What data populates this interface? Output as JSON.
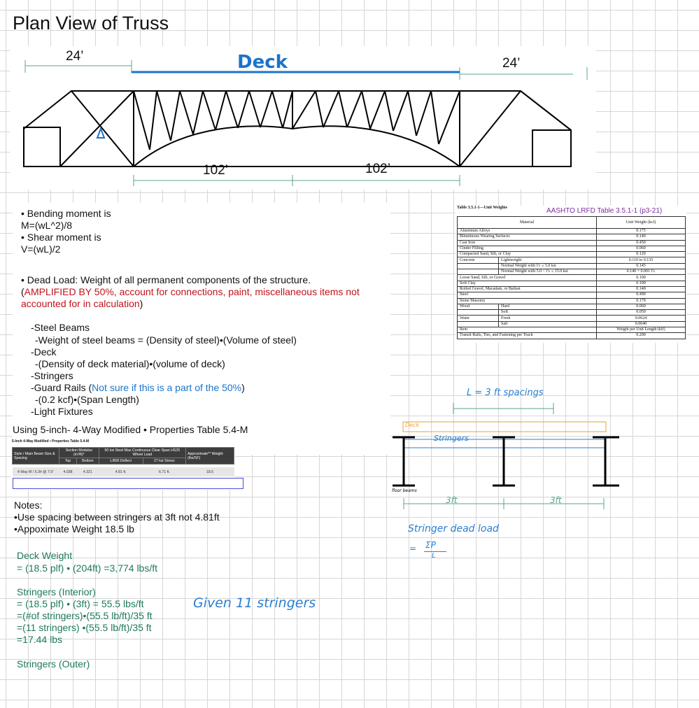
{
  "title": "Plan View of Truss",
  "truss": {
    "dim_left": "24’",
    "dim_right": "24’",
    "deck_label": "Deck",
    "span_left": "102’",
    "span_right": "102’"
  },
  "formulas": {
    "bending_label": "• Bending moment is",
    "bending_formula": "M=(wL^2)/8",
    "shear_label": "• Shear moment is",
    "shear_formula": "V=(wL)/2"
  },
  "dead_load": {
    "heading": "• Dead Load: Weight of all permanent components of the structure.",
    "amp_open": "(",
    "amp_line1": "AMPLIFIED BY 50%, account for connections, paint, miscellaneous items not",
    "amp_line2": "accounted for in calculation",
    "amp_close": ")",
    "items": {
      "steel_beams": "-Steel Beams",
      "steel_weight": "-Weight of steel beams = (Density of steel)•(Volume of steel)",
      "deck": "-Deck",
      "deck_formula": "-(Density of deck material)•(volume of deck)",
      "stringers": "-Stringers",
      "guard_rails": "-Guard Rails (",
      "guard_note": "Not sure if this is a part of the 50%",
      "guard_close": ")",
      "guard_formula": "-(0.2 kcf)•(Span Length)",
      "light": "-Light Fixtures"
    }
  },
  "using_line": "Using 5-inch- 4-Way Modified • Properties Table 5.4-M",
  "deck_table": {
    "caption": "5-Inch 4-Way Modified • Properties Table 5.4-M",
    "headers": {
      "style": "Style / Main Beam Size & Spacing",
      "section": "Section Modulus (in³/ft)*",
      "span": "50 ksi Steel Max Continuous Clear Span HS25 Wheel Load",
      "weight": "Approximate** Weight (lbs/SF)",
      "top": "Top",
      "bottom": "Bottom",
      "deflect": "L/800 Deflect",
      "stress": "27 ksi Stress"
    },
    "row": [
      "4 Way M / 5.3# @ 7.5\"",
      "4.038",
      "4.321",
      "4.81 ft.",
      "6.71 ft.",
      "18.5"
    ]
  },
  "notes": {
    "heading": "Notes:",
    "line1": "•Use spacing between stringers at 3ft not 4.81ft",
    "line2": "•Appoximate Weight 18.5 lb"
  },
  "deck_weight": {
    "heading": "Deck Weight",
    "line1": "= (18.5 plf) • (204ft) =3,774 lbs/ft"
  },
  "stringers_interior": {
    "heading": "Stringers (Interior)",
    "line1": "= (18.5 plf) • (3ft) = 55.5 lbs/ft",
    "line2": "=(#of stringers)•(55.5 lb/ft)/35 ft",
    "line3": "=(11 stringers) •(55.5 lb/ft)/35 ft",
    "line4": "=17.44 lbs"
  },
  "stringers_outer": {
    "heading": "Stringers (Outer)"
  },
  "handwritten": {
    "given": "Given 11 stringers",
    "spacing": "L = 3 ft  spacings",
    "deck": "Deck",
    "stringers": "Stringers",
    "floor_beams": "floor beams",
    "dim1": "3ft",
    "dim2": "3ft",
    "dead_load": "Stringer dead load",
    "eq": "=",
    "numerator": "ΣP",
    "denominator": "L"
  },
  "aashto": {
    "caption": "Table 3.5.1-1—Unit Weights",
    "ref": "AASHTO LRFD Table 3.5.1-1 (p3-21)",
    "header_material": "Material",
    "header_unit": "Unit Weight (kcf)",
    "rows": [
      {
        "m": "Aluminum Alloys",
        "s": "",
        "v": "0.175"
      },
      {
        "m": "Bituminous Wearing Surfaces",
        "s": "",
        "v": "0.140"
      },
      {
        "m": "Cast Iron",
        "s": "",
        "v": "0.450"
      },
      {
        "m": "Cinder Filling",
        "s": "",
        "v": "0.060"
      },
      {
        "m": "Compacted Sand, Silt, or Clay",
        "s": "",
        "v": "0.120"
      },
      {
        "m": "Concrete",
        "s": "Lightweight",
        "v": "0.110 to 0.135"
      },
      {
        "m": "",
        "s": "Normal Weight with f′c ≤ 5.0 ksi",
        "v": "0.145"
      },
      {
        "m": "",
        "s": "Normal Weight with 5.0 < f′c ≤ 15.0 ksi",
        "v": "0.140 + 0.001 f′c"
      },
      {
        "m": "Loose Sand, Silt, or Gravel",
        "s": "",
        "v": "0.100"
      },
      {
        "m": "Soft Clay",
        "s": "",
        "v": "0.100"
      },
      {
        "m": "Rolled Gravel, Macadam, or Ballast",
        "s": "",
        "v": "0.140"
      },
      {
        "m": "Steel",
        "s": "",
        "v": "0.490"
      },
      {
        "m": "Stone Masonry",
        "s": "",
        "v": "0.170"
      },
      {
        "m": "Wood",
        "s": "Hard",
        "v": "0.060"
      },
      {
        "m": "",
        "s": "Soft",
        "v": "0.050"
      },
      {
        "m": "Water",
        "s": "Fresh",
        "v": "0.0624"
      },
      {
        "m": "",
        "s": "Salt",
        "v": "0.0640"
      },
      {
        "m": "Item",
        "s": "",
        "v": "Weight per Unit Length (klf)"
      },
      {
        "m": "Transit Rails, Ties, and Fastening per Track",
        "s": "",
        "v": "0.200"
      }
    ]
  },
  "colors": {
    "deck_blue": "#1b74c9",
    "note_red": "#c0121b",
    "calc_green": "#1f7a5a",
    "handwriting_blue": "#2b7fd0",
    "dimension_green": "#5aa58a",
    "orange_deck": "#e8a13a"
  }
}
